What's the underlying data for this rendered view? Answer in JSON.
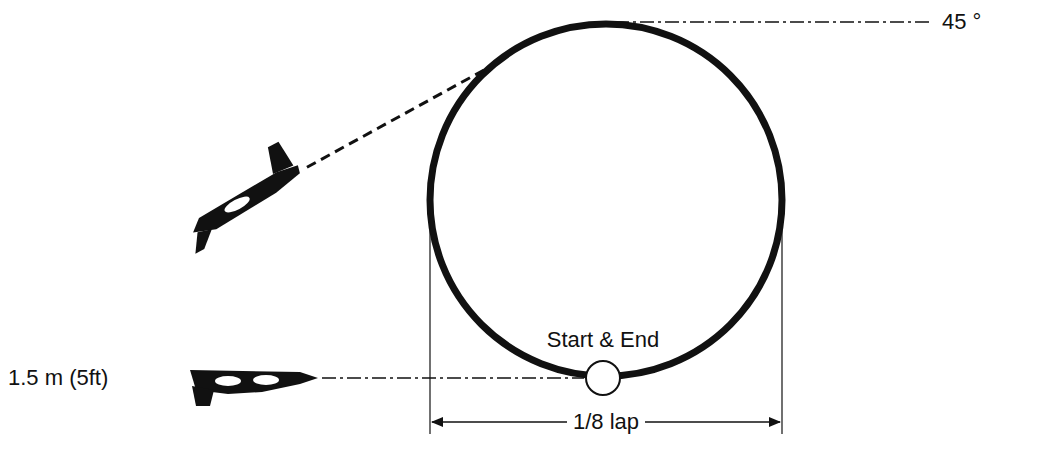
{
  "diagram": {
    "labels": [
      "45 °",
      "Start & End",
      "1/8 lap",
      "1.5 m (5ft)"
    ]
  }
}
